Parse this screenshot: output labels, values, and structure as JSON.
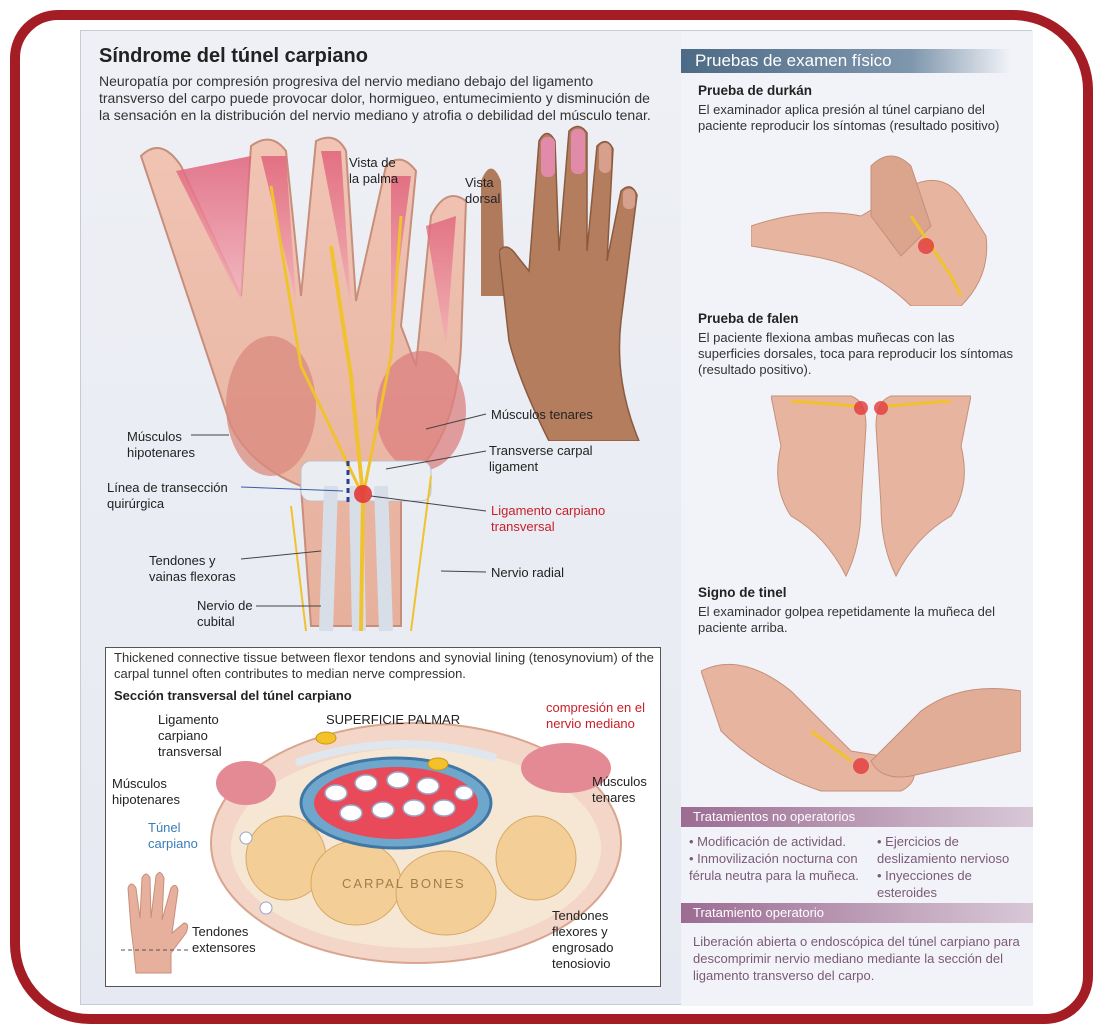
{
  "header": {
    "title": "Síndrome del túnel carpiano",
    "intro": "Neuropatía por compresión progresiva del nervio mediano debajo del ligamento transverso del carpo puede provocar dolor, hormigueo, entumecimiento y disminución de la sensación en la distribución del nervio mediano y atrofia o debilidad del músculo tenar."
  },
  "palm_labels": {
    "palm_view": "Vista de la palma",
    "dorsal_view": "Vista dorsal",
    "thenar": "Músculos tenares",
    "hypothenar": "Músculos hipotenares",
    "transverse_en": "Transverse carpal ligament",
    "incision": "Línea de transección quirúrgica",
    "ligament_es": "Ligamento carpiano transversal",
    "tendons": "Tendones y vainas flexoras",
    "radial": "Nervio radial",
    "ulnar": "Nervio de cubital"
  },
  "cross_section": {
    "description": "Thickened connective tissue between flexor tendons and synovial lining (tenosynovium) of the carpal tunnel often contributes to median nerve compression.",
    "title": "Sección transversal del túnel carpiano",
    "palmar_surface": "SUPERFICIE PALMAR",
    "ligament": "Ligamento carpiano transversal",
    "compression": "compresión en el nervio mediano",
    "hypothenar": "Músculos hipotenares",
    "thenar": "Músculos tenares",
    "tunnel": "Túnel carpiano",
    "bones": "CARPAL BONES",
    "flexor": "Tendones flexores y engrosado tenosiovio",
    "extensor": "Tendones extensores"
  },
  "exam": {
    "heading": "Pruebas de examen físico",
    "tests": [
      {
        "name": "Prueba de durkán",
        "text": "El examinador aplica presión al túnel carpiano del paciente reproducir los síntomas (resultado positivo)"
      },
      {
        "name": "Prueba de falen",
        "text": "El paciente flexiona ambas muñecas con las superficies dorsales, toca para reproducir los síntomas (resultado positivo)."
      },
      {
        "name": "Signo de tinel",
        "text": "El examinador golpea repetidamente la muñeca del paciente arriba."
      }
    ]
  },
  "treatments": {
    "nonop_heading": "Tratamientos no operatorios",
    "nonop_left": [
      "• Modificación de actividad.",
      "• Inmovilización nocturna con férula neutra para la muñeca."
    ],
    "nonop_right": [
      "• Ejercicios de deslizamiento nervioso",
      "• Inyecciones de esteroides"
    ],
    "op_heading": "Tratamiento operatorio",
    "op_text": "Liberación abierta o endoscópica del túnel carpiano para descomprimir nervio mediano mediante la sección del ligamento transverso del carpo."
  },
  "colors": {
    "frame": "#a51d24",
    "exam_header": "#4d6a86",
    "treatment_header": "#9c6c93",
    "accent_red": "#c8202a",
    "accent_blue": "#3a7db5"
  }
}
